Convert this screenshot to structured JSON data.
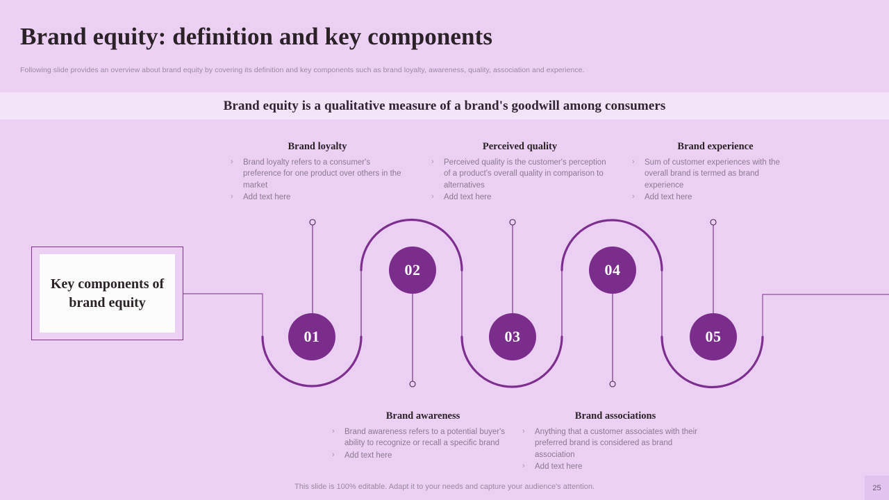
{
  "header": {
    "title": "Brand equity: definition and key components",
    "subtitle": "Following slide provides an overview about brand equity by covering its definition and key components such as brand loyalty, awareness, quality, association and experience."
  },
  "banner": {
    "text": "Brand equity is a qualitative measure of a brand's goodwill among consumers"
  },
  "key_box": {
    "label": "Key components of brand equity"
  },
  "colors": {
    "background": "#ecd0f4",
    "banner_background": "#f3e4f9",
    "accent_purple": "#7b2d8c",
    "path_stroke": "#7d2f8e",
    "title_text": "#2b2228",
    "body_text": "#8a7a90",
    "muted_text": "#9a8aa0",
    "card_white": "#fdfcfd",
    "page_badge_background": "#e2c2ee"
  },
  "nodes": [
    {
      "number": "01",
      "position": "down"
    },
    {
      "number": "02",
      "position": "up"
    },
    {
      "number": "03",
      "position": "down"
    },
    {
      "number": "04",
      "position": "up"
    },
    {
      "number": "05",
      "position": "down"
    }
  ],
  "blocks": {
    "loyalty": {
      "title": "Brand loyalty",
      "bullet_marker": "›",
      "bullets": [
        "Brand loyalty refers to a consumer's preference for one product over others in the market",
        "Add text here"
      ]
    },
    "quality": {
      "title": "Perceived quality",
      "bullet_marker": "›",
      "bullets": [
        "Perceived quality is the customer's perception of a product's overall quality in comparison to alternatives",
        "Add text here"
      ]
    },
    "experience": {
      "title": "Brand experience",
      "bullet_marker": "›",
      "bullets": [
        "Sum of customer experiences with the overall brand is termed as brand experience",
        "Add text here"
      ]
    },
    "awareness": {
      "title": "Brand awareness",
      "bullet_marker": "›",
      "bullets": [
        "Brand awareness refers to a potential buyer's ability to recognize or recall a specific brand",
        "Add text here"
      ]
    },
    "association": {
      "title": "Brand associations",
      "bullet_marker": "›",
      "bullets": [
        "Anything that a customer associates with their preferred brand is considered as brand association",
        "Add text here"
      ]
    }
  },
  "footer": {
    "note": "This slide is 100% editable. Adapt it to your needs and capture your audience's attention.",
    "page_number": "25"
  }
}
